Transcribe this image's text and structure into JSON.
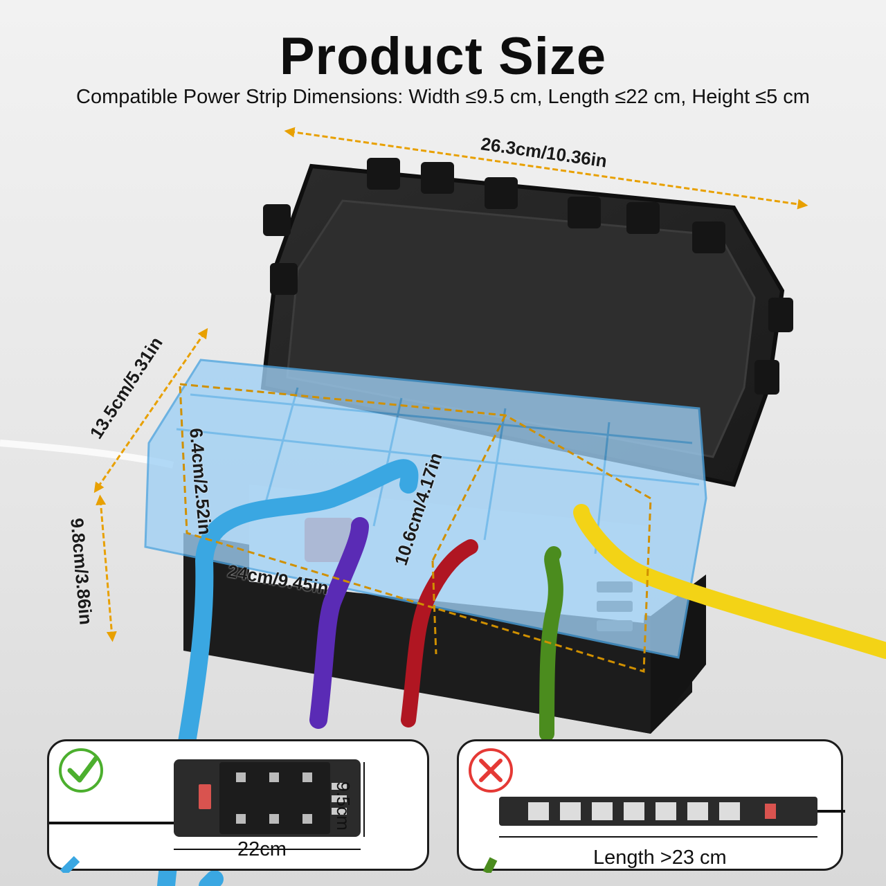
{
  "header": {
    "title": "Product Size",
    "subtitle": "Compatible Power Strip Dimensions: Width ≤9.5 cm, Length ≤22 cm, Height ≤5 cm"
  },
  "dimensions": {
    "length_outer": "26.3cm/10.36in",
    "width_outer": "13.5cm/5.31in",
    "height_outer": "9.8cm/3.86in",
    "width_inner": "6.4cm/2.52in",
    "height_inner": "10.6cm/4.17in",
    "length_inner": "24cm/9.45in"
  },
  "compatible_card": {
    "height_label": "9.5cm",
    "length_label": "22cm",
    "status": "check-icon"
  },
  "incompatible_card": {
    "length_label": "Length >23 cm",
    "status": "cross-icon"
  },
  "colors": {
    "arrow": "#e8a000",
    "box": "#1f1f1f",
    "lid_clear": "#8fc7f0",
    "check": "#4caf2e",
    "cross": "#e53935"
  }
}
